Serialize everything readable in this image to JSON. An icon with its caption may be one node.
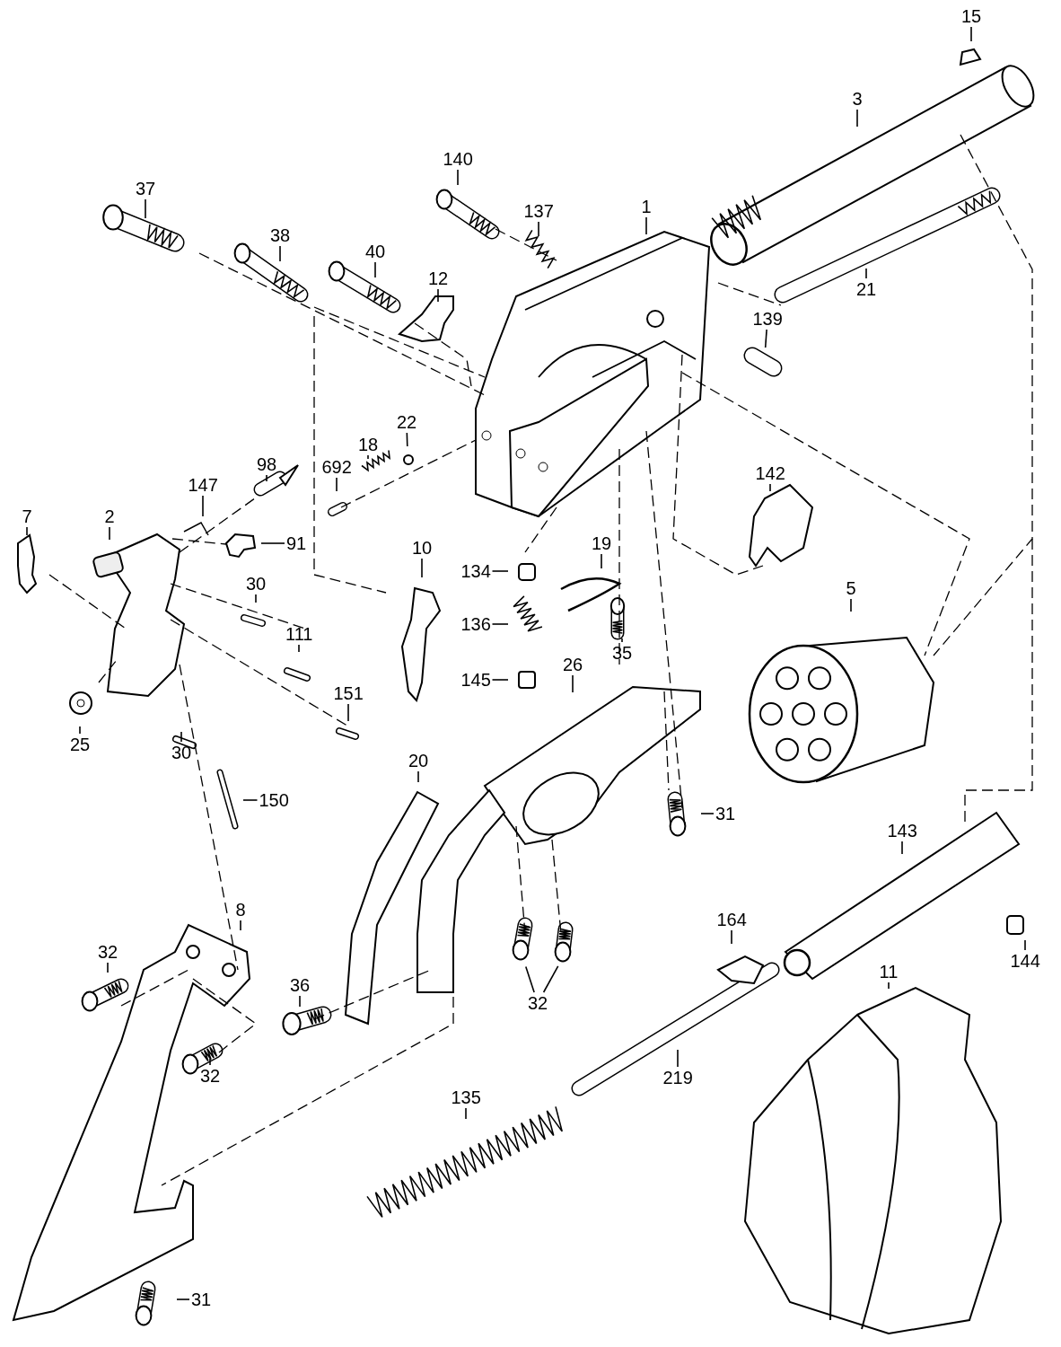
{
  "diagram": {
    "nodes": [
      {
        "text": [
          "15"
        ]
      },
      {
        "text": [
          "3"
        ]
      },
      {
        "text": [
          "140"
        ]
      },
      {
        "text": [
          "137"
        ]
      },
      {
        "text": [
          "1"
        ]
      },
      {
        "text": [
          "37"
        ]
      },
      {
        "text": [
          "38"
        ]
      },
      {
        "text": [
          "40"
        ]
      },
      {
        "text": [
          "12"
        ]
      },
      {
        "text": [
          "21"
        ]
      },
      {
        "text": [
          "139"
        ]
      },
      {
        "text": [
          "22"
        ]
      },
      {
        "text": [
          "18"
        ]
      },
      {
        "text": [
          "692"
        ]
      },
      {
        "text": [
          "98"
        ]
      },
      {
        "text": [
          "147"
        ]
      },
      {
        "text": [
          "2"
        ]
      },
      {
        "text": [
          "91"
        ]
      },
      {
        "text": [
          "7"
        ]
      },
      {
        "text": [
          "30"
        ]
      },
      {
        "text": [
          "111"
        ]
      },
      {
        "text": [
          "10"
        ]
      },
      {
        "text": [
          "134"
        ]
      },
      {
        "text": [
          "19"
        ]
      },
      {
        "text": [
          "136"
        ]
      },
      {
        "text": [
          "35"
        ]
      },
      {
        "text": [
          "145"
        ]
      },
      {
        "text": [
          "26"
        ]
      },
      {
        "text": [
          "5"
        ]
      },
      {
        "text": [
          "142"
        ]
      },
      {
        "text": [
          "151"
        ]
      },
      {
        "text": [
          "25"
        ]
      },
      {
        "text": [
          "30"
        ]
      },
      {
        "text": [
          "150"
        ]
      },
      {
        "text": [
          "20"
        ]
      },
      {
        "text": [
          "31"
        ]
      },
      {
        "text": [
          "143"
        ]
      },
      {
        "text": [
          "8"
        ]
      },
      {
        "text": [
          "32"
        ]
      },
      {
        "text": [
          "36"
        ]
      },
      {
        "text": [
          "32"
        ]
      },
      {
        "text": [
          "164"
        ]
      },
      {
        "text": [
          "32"
        ]
      },
      {
        "text": [
          "144"
        ]
      },
      {
        "text": [
          "11"
        ]
      },
      {
        "text": [
          "219"
        ]
      },
      {
        "text": [
          "135"
        ]
      },
      {
        "text": [
          "31"
        ]
      }
    ],
    "edges": [
      {
        "from": 0,
        "to": null,
        "arrow": "none"
      },
      {
        "from": 1,
        "to": null,
        "arrow": "none"
      },
      {
        "from": 2,
        "to": null,
        "arrow": "none"
      },
      {
        "from": 3,
        "to": null,
        "arrow": "none"
      },
      {
        "from": 4,
        "to": null,
        "arrow": "none"
      },
      {
        "from": 5,
        "to": null,
        "arrow": "none"
      },
      {
        "from": 6,
        "to": null,
        "arrow": "none"
      },
      {
        "from": 7,
        "to": null,
        "arrow": "none"
      },
      {
        "from": 8,
        "to": null,
        "arrow": "none"
      },
      {
        "from": 9,
        "to": null,
        "arrow": "none"
      },
      {
        "from": 10,
        "to": null,
        "arrow": "none"
      },
      {
        "from": 11,
        "to": null,
        "arrow": "none"
      },
      {
        "from": 12,
        "to": null,
        "arrow": "none"
      },
      {
        "from": 13,
        "to": null,
        "arrow": "none"
      },
      {
        "from": 14,
        "to": null,
        "arrow": "none"
      },
      {
        "from": 15,
        "to": null,
        "arrow": "none"
      },
      {
        "from": 16,
        "to": null,
        "arrow": "none"
      },
      {
        "from": 17,
        "to": null,
        "arrow": "none"
      },
      {
        "from": 18,
        "to": null,
        "arrow": "none"
      },
      {
        "from": 19,
        "to": null,
        "arrow": "none"
      },
      {
        "from": 20,
        "to": null,
        "arrow": "none"
      },
      {
        "from": 21,
        "to": null,
        "arrow": "none"
      },
      {
        "from": 22,
        "to": null,
        "arrow": "none"
      },
      {
        "from": 23,
        "to": null,
        "arrow": "none"
      },
      {
        "from": 24,
        "to": null,
        "arrow": "none"
      },
      {
        "from": 25,
        "to": null,
        "arrow": "none"
      },
      {
        "from": 26,
        "to": null,
        "arrow": "none"
      },
      {
        "from": 27,
        "to": null,
        "arrow": "none"
      },
      {
        "from": 28,
        "to": null,
        "arrow": "none"
      },
      {
        "from": 29,
        "to": null,
        "arrow": "none"
      },
      {
        "from": 30,
        "to": null,
        "arrow": "none"
      },
      {
        "from": 31,
        "to": null,
        "arrow": "none"
      },
      {
        "from": 32,
        "to": null,
        "arrow": "none"
      },
      {
        "from": 33,
        "to": null,
        "arrow": "none"
      },
      {
        "from": 34,
        "to": null,
        "arrow": "none"
      },
      {
        "from": 35,
        "to": null,
        "arrow": "none"
      },
      {
        "from": 36,
        "to": null,
        "arrow": "none"
      },
      {
        "from": 37,
        "to": null,
        "arrow": "none"
      },
      {
        "from": 38,
        "to": null,
        "arrow": "none"
      },
      {
        "from": 39,
        "to": null,
        "arrow": "none"
      },
      {
        "from": 40,
        "to": null,
        "arrow": "none"
      },
      {
        "from": 41,
        "to": null,
        "arrow": "none"
      },
      {
        "from": 42,
        "to": null,
        "arrow": "none"
      },
      {
        "from": 42,
        "to": null,
        "arrow": "none"
      },
      {
        "from": 43,
        "to": null,
        "arrow": "none"
      },
      {
        "from": 44,
        "to": null,
        "arrow": "none"
      },
      {
        "from": 45,
        "to": null,
        "arrow": "none"
      },
      {
        "from": 46,
        "to": null,
        "arrow": "none"
      },
      {
        "from": 47,
        "to": null,
        "arrow": "none"
      }
    ]
  }
}
